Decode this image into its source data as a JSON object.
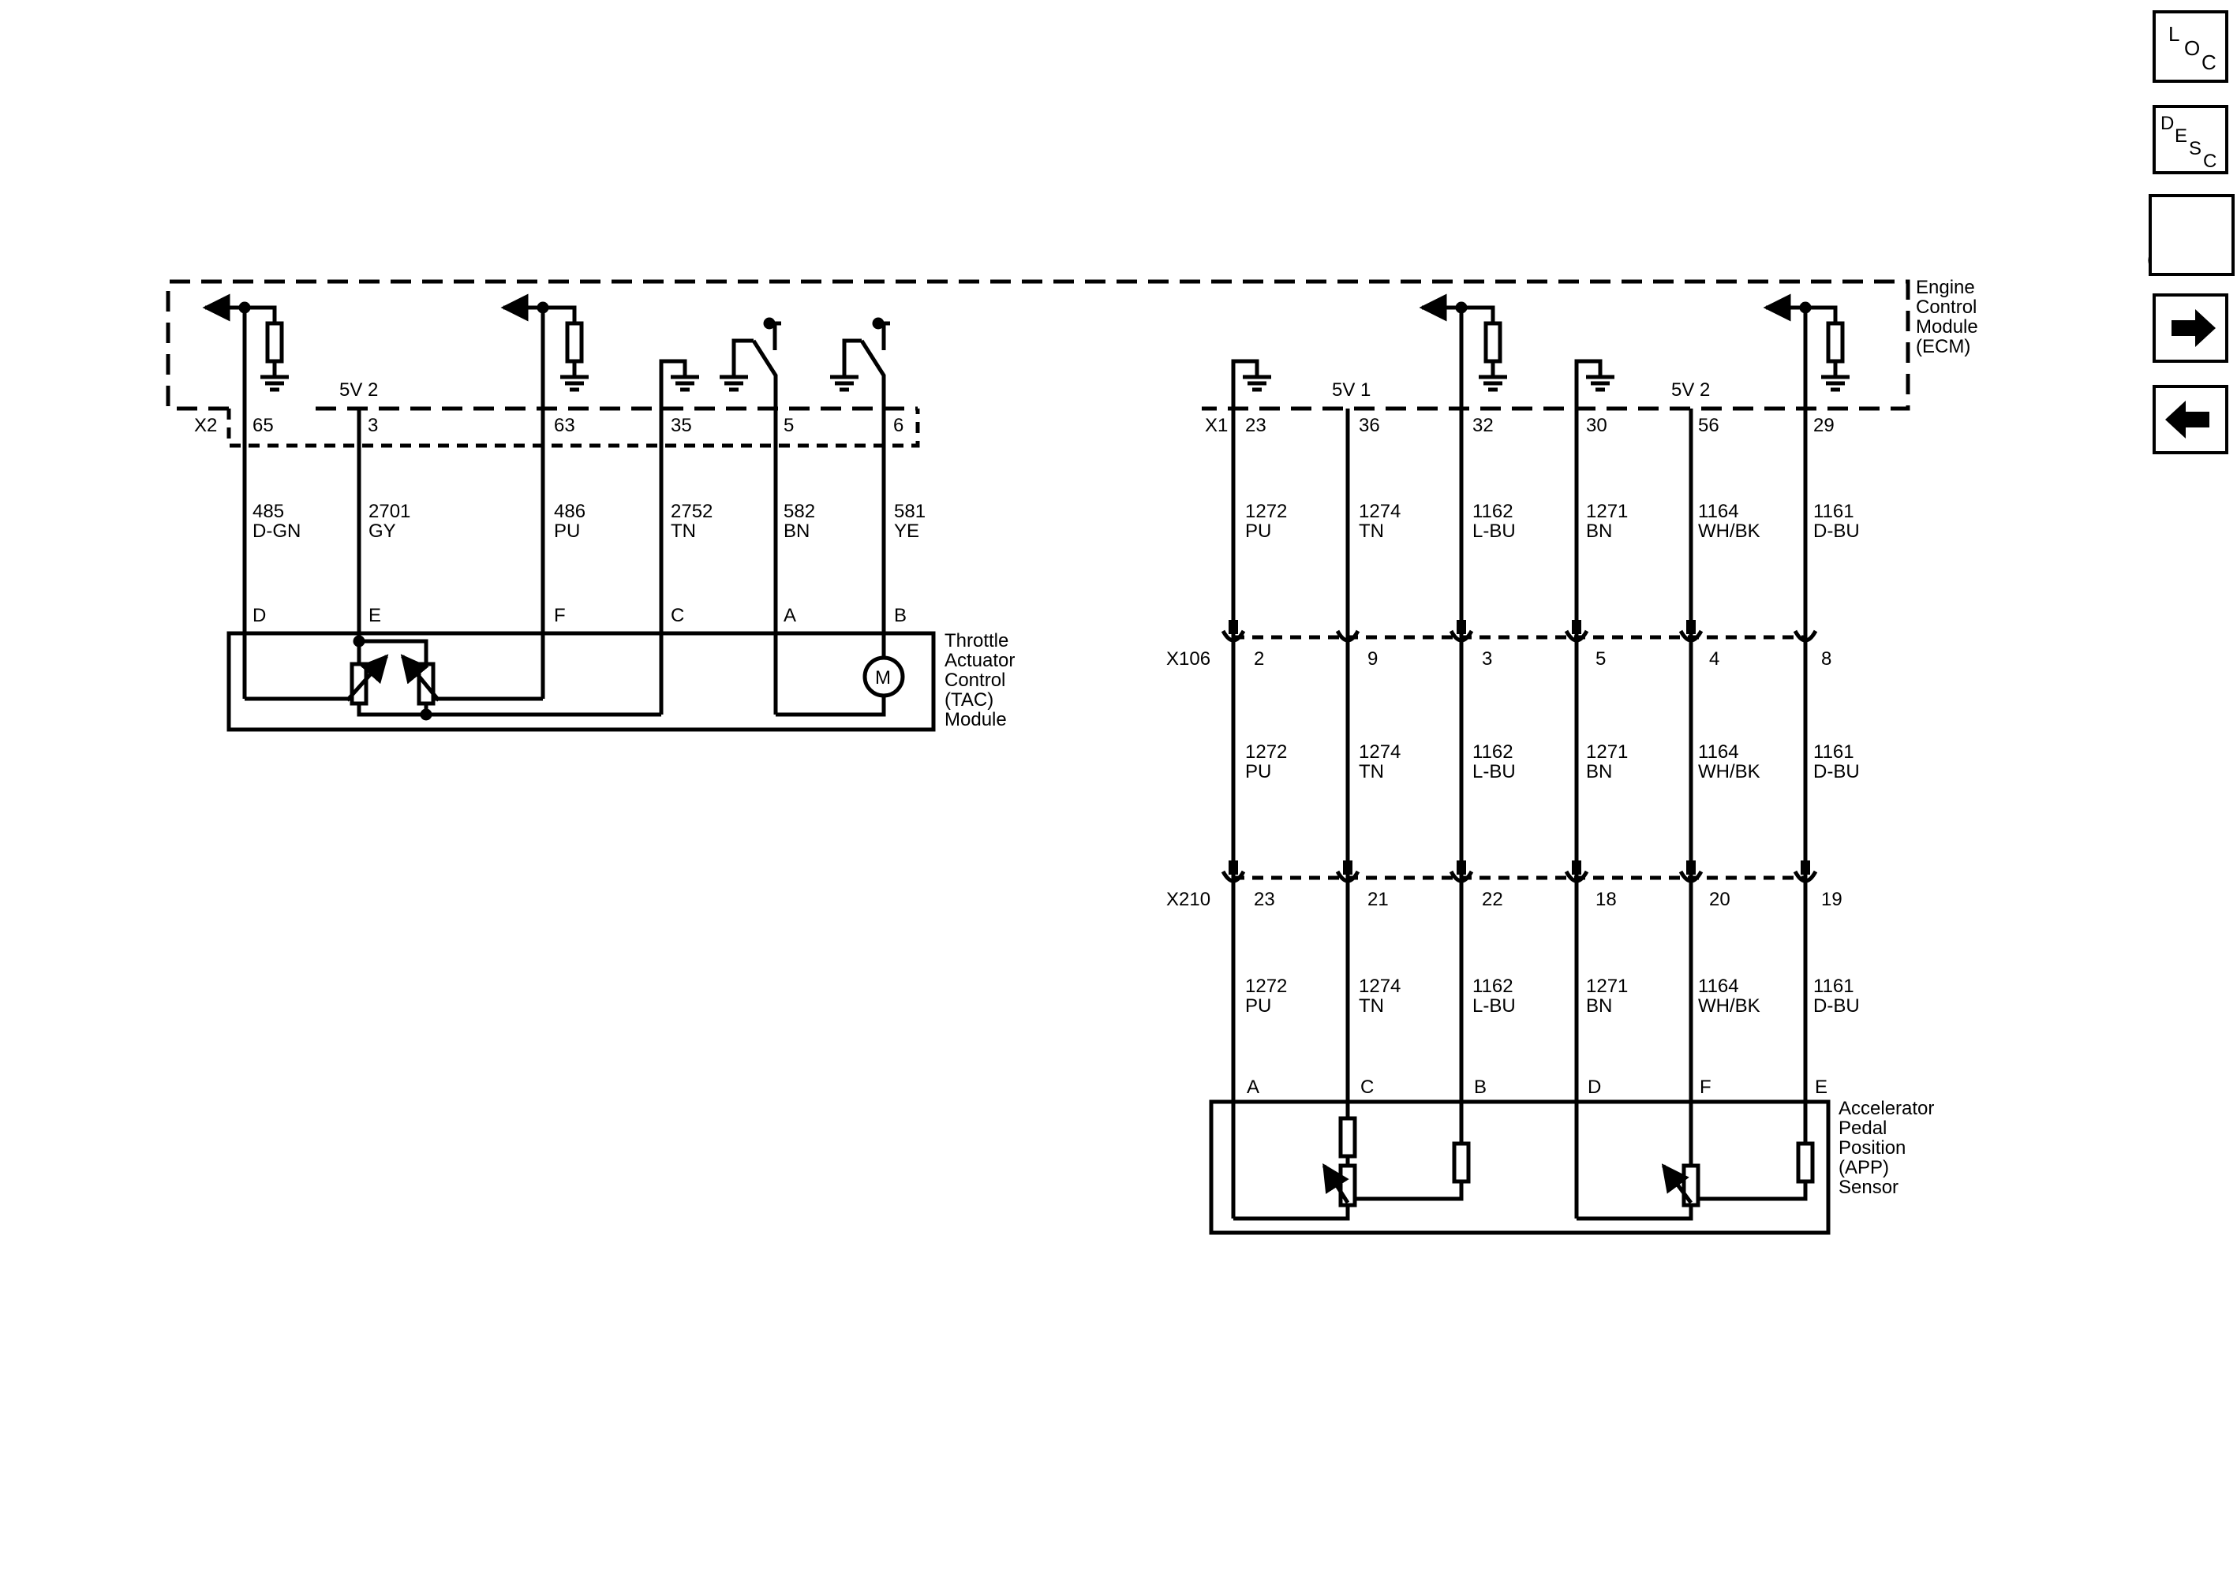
{
  "modules": {
    "ecm": [
      "Engine",
      "Control",
      "Module",
      "(ECM)"
    ],
    "tac": [
      "Throttle",
      "Actuator",
      "Control",
      "(TAC)",
      "Module"
    ],
    "app": [
      "Accelerator",
      "Pedal",
      "Position",
      "(APP)",
      "Sensor"
    ]
  },
  "connectors": {
    "x2": "X2",
    "x1": "X1",
    "x106": "X106",
    "x210": "X210"
  },
  "supplies": {
    "left_5v2": "5V 2",
    "right_5v1": "5V 1",
    "right_5v2": "5V 2"
  },
  "motor_label": "M",
  "left_circuits": [
    {
      "ecm_pin": "65",
      "wire": "485",
      "color": "D-GN",
      "tac_pin": "D"
    },
    {
      "ecm_pin": "3",
      "wire": "2701",
      "color": "GY",
      "tac_pin": "E"
    },
    {
      "ecm_pin": "63",
      "wire": "486",
      "color": "PU",
      "tac_pin": "F"
    },
    {
      "ecm_pin": "35",
      "wire": "2752",
      "color": "TN",
      "tac_pin": "C"
    },
    {
      "ecm_pin": "5",
      "wire": "582",
      "color": "BN",
      "tac_pin": "A"
    },
    {
      "ecm_pin": "6",
      "wire": "581",
      "color": "YE",
      "tac_pin": "B"
    }
  ],
  "right_circuits": [
    {
      "ecm_pin": "23",
      "x106_pin": "2",
      "x210_pin": "23",
      "app_pin": "A",
      "wire": "1272",
      "color": "PU"
    },
    {
      "ecm_pin": "36",
      "x106_pin": "9",
      "x210_pin": "21",
      "app_pin": "C",
      "wire": "1274",
      "color": "TN"
    },
    {
      "ecm_pin": "32",
      "x106_pin": "3",
      "x210_pin": "22",
      "app_pin": "B",
      "wire": "1162",
      "color": "L-BU"
    },
    {
      "ecm_pin": "30",
      "x106_pin": "5",
      "x210_pin": "18",
      "app_pin": "D",
      "wire": "1271",
      "color": "BN"
    },
    {
      "ecm_pin": "56",
      "x106_pin": "4",
      "x210_pin": "20",
      "app_pin": "F",
      "wire": "1164",
      "color": "WH/BK"
    },
    {
      "ecm_pin": "29",
      "x106_pin": "8",
      "x210_pin": "19",
      "app_pin": "E",
      "wire": "1161",
      "color": "D-BU"
    }
  ],
  "sidebar": {
    "loc": {
      "l": "L",
      "o": "O",
      "c": "C"
    },
    "desc": {
      "d": "D",
      "e": "E",
      "s": "S",
      "c": "C"
    },
    "connector_icon": "connector-wrench-icon",
    "next_icon": "arrow-right-icon",
    "prev_icon": "arrow-left-icon"
  }
}
